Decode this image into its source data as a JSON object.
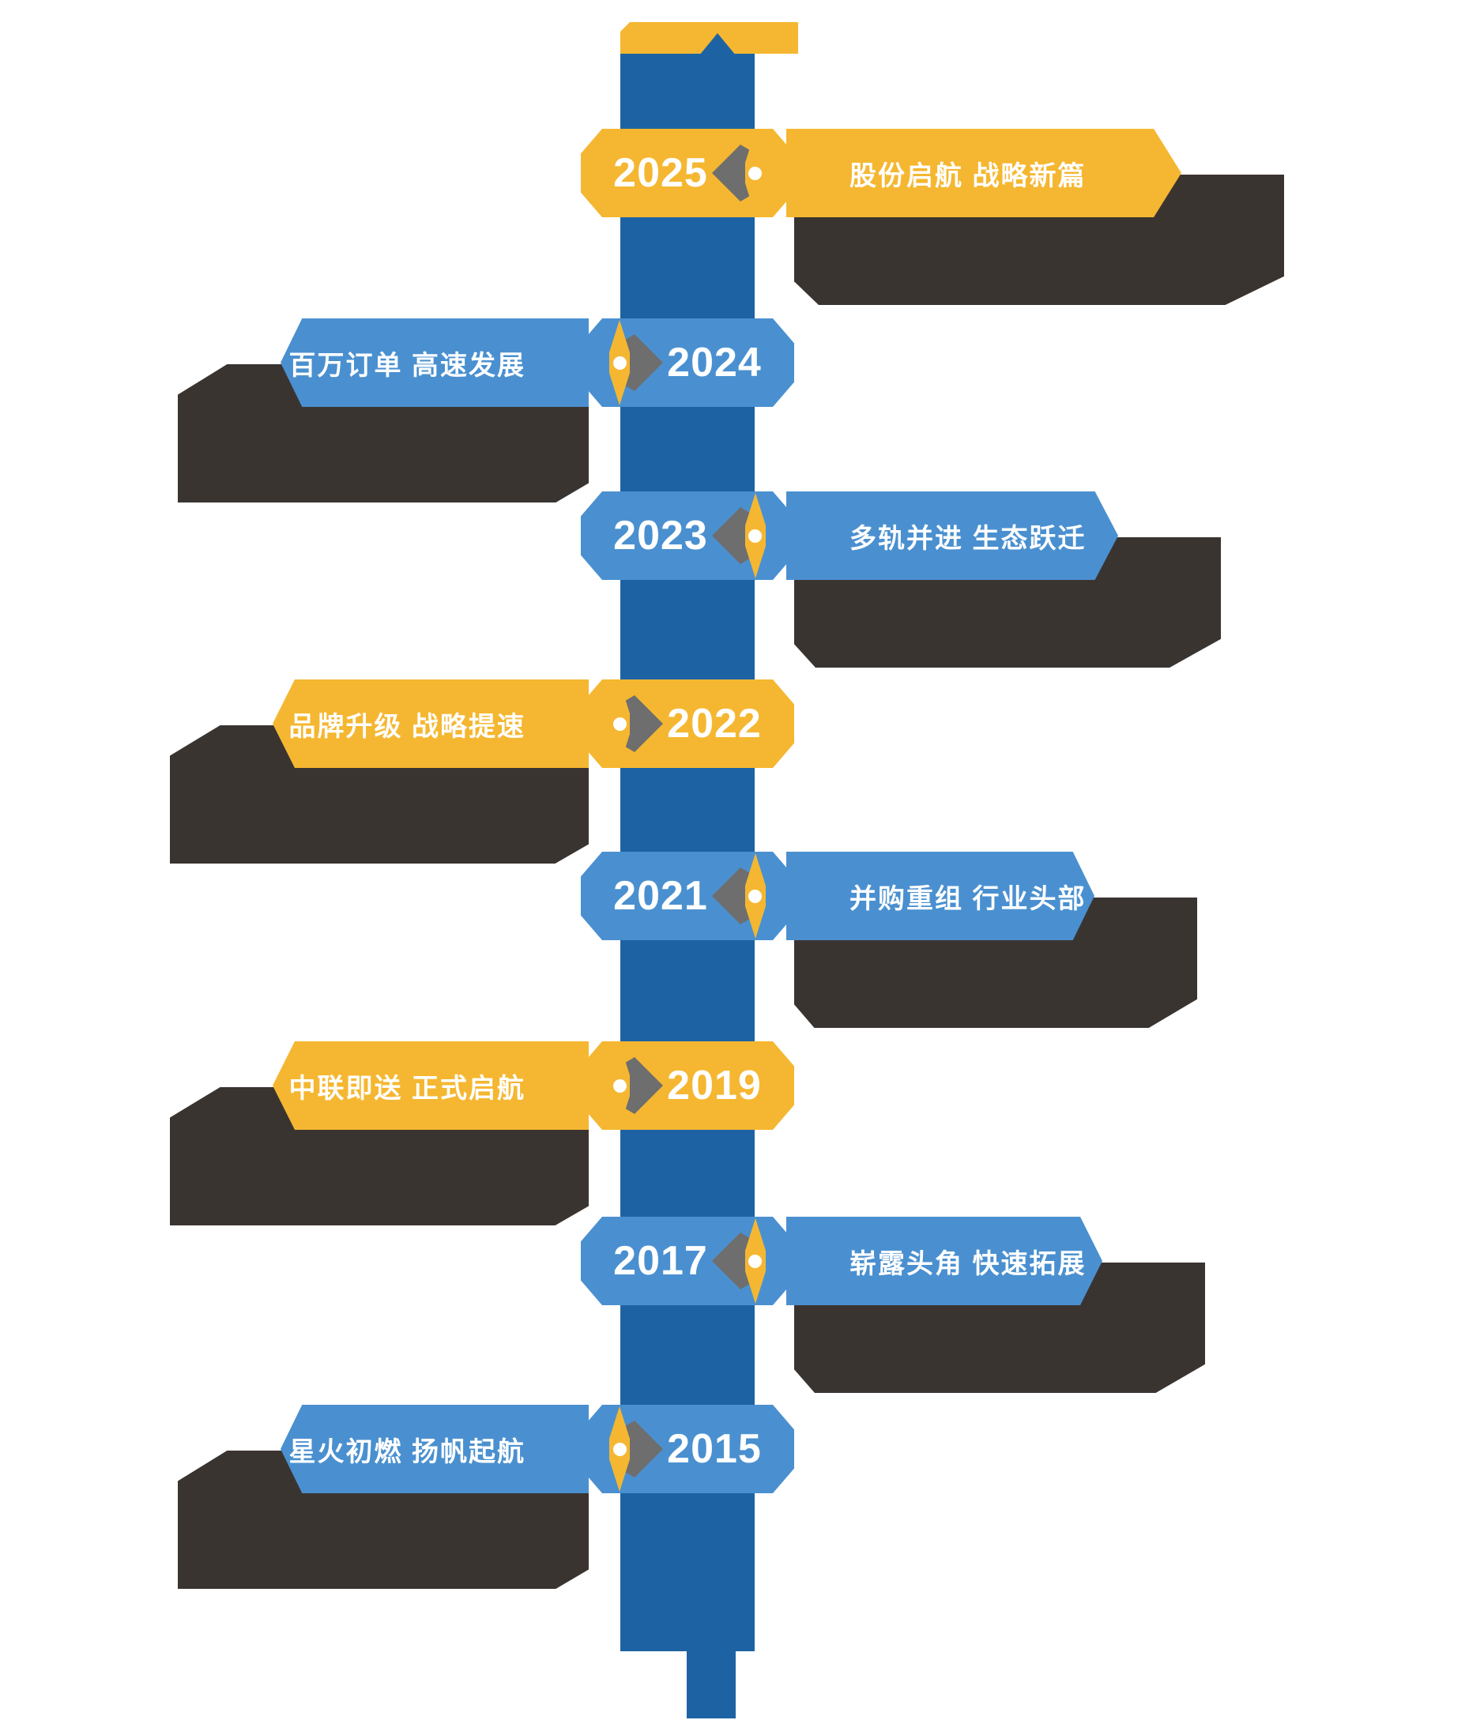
{
  "meta": {
    "title": "公司发展历程时间轴",
    "colors": {
      "spine_blue": "#1D63A3",
      "badge_blue": "#4A90D0",
      "badge_yellow": "#F5B731",
      "shadow_charcoal": "#3A3431",
      "connector_gray": "#6E6E6E",
      "text_white": "#FFFFFF",
      "background": "#FFFFFF"
    }
  },
  "timeline": {
    "milestones": [
      {
        "year": "2025",
        "label": "股份启航  战略新篇",
        "side": "right",
        "color": "yellow"
      },
      {
        "year": "2024",
        "label": "百万订单  高速发展",
        "side": "left",
        "color": "blue"
      },
      {
        "year": "2023",
        "label": "多轨并进  生态跃迁",
        "side": "right",
        "color": "blue"
      },
      {
        "year": "2022",
        "label": "品牌升级  战略提速",
        "side": "left",
        "color": "yellow"
      },
      {
        "year": "2021",
        "label": "并购重组  行业头部",
        "side": "right",
        "color": "blue"
      },
      {
        "year": "2019",
        "label": "中联即送  正式启航",
        "side": "left",
        "color": "yellow"
      },
      {
        "year": "2017",
        "label": "崭露头角  快速拓展",
        "side": "right",
        "color": "blue"
      },
      {
        "year": "2015",
        "label": "星火初燃  扬帆起航",
        "side": "left",
        "color": "blue"
      }
    ]
  }
}
